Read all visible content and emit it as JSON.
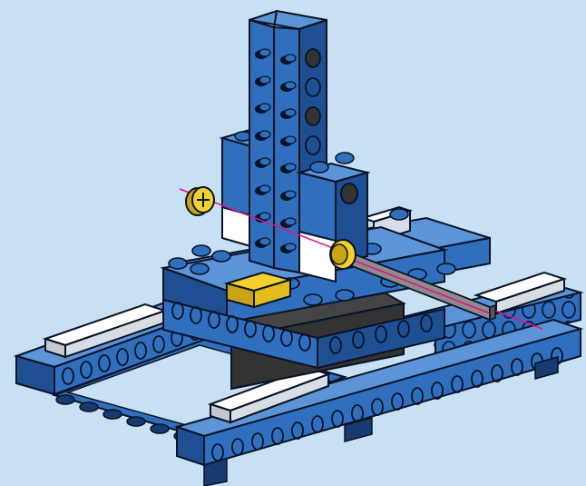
{
  "illustration": {
    "subject": "lego-technic-assembly",
    "colors": {
      "background": "#c8e0f4",
      "brick_blue": "#2f6fbe",
      "brick_blue_top": "#5b95d8",
      "brick_blue_side": "#1f4f93",
      "brick_blue_dark": "#173b70",
      "outline": "#0a1226",
      "white_plate": "#ffffff",
      "white_plate_side": "#d7dde4",
      "yellow": "#f3d12c",
      "yellow_dark": "#c9a414",
      "dark_gray": "#333333",
      "axle_gray": "#8c8c8c",
      "axle_line": "#e0108a"
    },
    "parts": [
      "base-frame",
      "left-long-beam",
      "front-long-beam",
      "right-long-beam",
      "back-long-beam",
      "white-plates",
      "center-platform",
      "vertical-tower",
      "side-block",
      "yellow-plate",
      "axle",
      "bushing",
      "axle-guide-line"
    ]
  }
}
